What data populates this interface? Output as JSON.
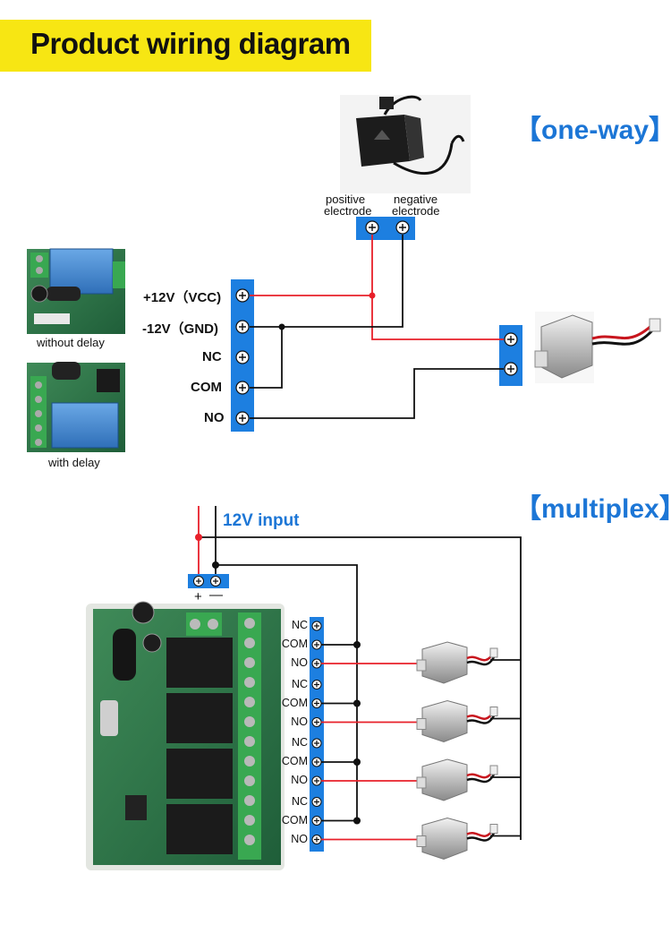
{
  "banner": {
    "title": "Product wiring diagram"
  },
  "one_way": {
    "title": "【one-way】",
    "adapter": {
      "positive_label": "positive\nelectrode",
      "negative_label": "negative\nelectrode"
    },
    "terminals": [
      "+12V（VCC)",
      "-12V（GND)",
      "NC",
      "COM",
      "NO"
    ],
    "boards": [
      {
        "caption": "without delay"
      },
      {
        "caption": "with delay"
      }
    ]
  },
  "multiplex": {
    "title": "【multiplex】",
    "input_label": "12V input",
    "plus_sign": "+",
    "minus_sign": "—",
    "channel_labels": [
      "NC",
      "COM",
      "NO"
    ]
  },
  "colors": {
    "accent": "#1c76d6",
    "banner": "#f7e613",
    "wire_red": "#e8202a",
    "wire_black": "#111111",
    "terminal_blue": "#1d7fe0"
  }
}
